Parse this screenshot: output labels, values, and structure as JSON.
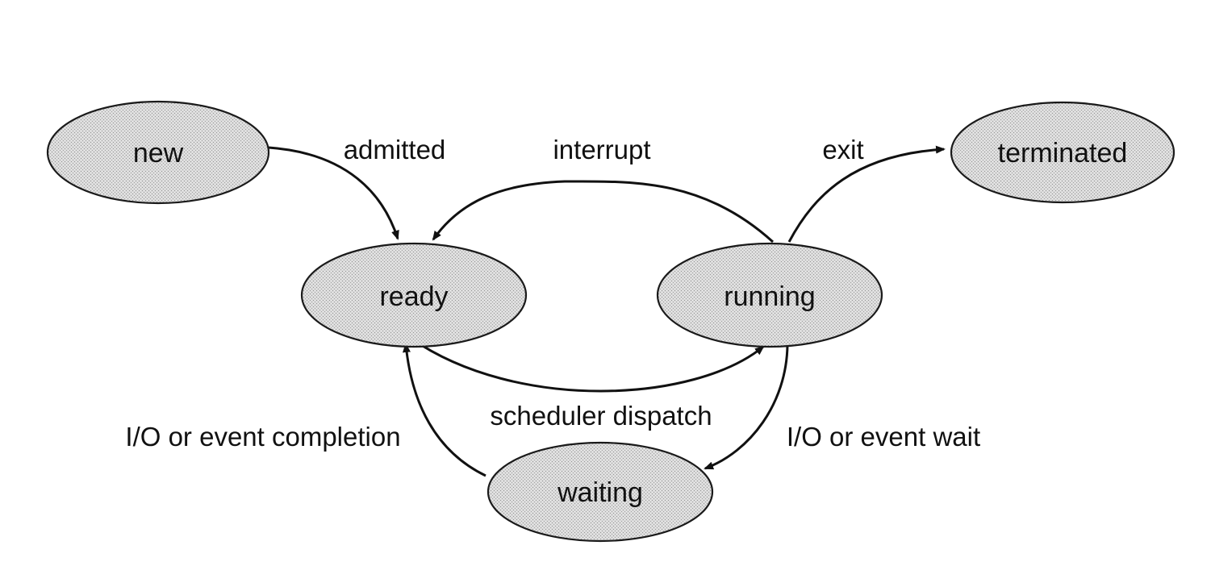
{
  "diagram": {
    "states": {
      "new": "new",
      "ready": "ready",
      "running": "running",
      "waiting": "waiting",
      "terminated": "terminated"
    },
    "transitions": {
      "admitted": "admitted",
      "interrupt": "interrupt",
      "exit": "exit",
      "scheduler_dispatch": "scheduler dispatch",
      "io_event_completion": "I/O or event completion",
      "io_event_wait": "I/O or event wait"
    },
    "colors": {
      "state_fill": "#dcdcdc",
      "stroke": "#111111",
      "background": "#ffffff"
    }
  }
}
